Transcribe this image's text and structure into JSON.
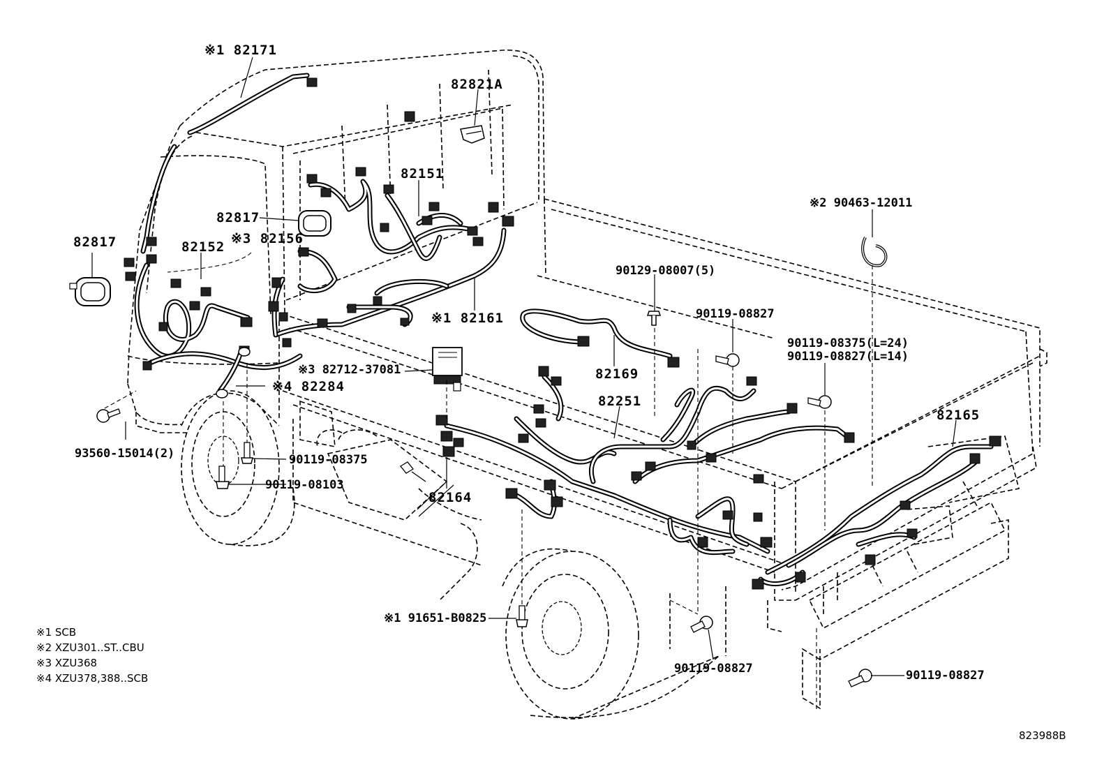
{
  "figure_id": "823988B",
  "part_labels": {
    "p82171": "※1 82171",
    "p82821A": "82821A",
    "p82151": "82151",
    "p82817_top": "82817",
    "p82817_left": "82817",
    "p82152": "82152",
    "p82156": "※3 82156",
    "p90463": "※2 90463-12011",
    "p90129": "90129-08007(5)",
    "p82161": "※1 82161",
    "p90119_08827_a": "90119-08827",
    "p90119_08375_l24": "90119-08375(L=24)",
    "p90119_08827_l14": "90119-08827(L=14)",
    "p82169": "82169",
    "p82712": "※3 82712-37081",
    "p82284": "※4 82284",
    "p82251": "82251",
    "p82165": "82165",
    "p93560": "93560-15014(2)",
    "p90119_08375": "90119-08375",
    "p90119_08103": "90119-08103",
    "p82164": "82164",
    "p91651": "※1 91651-B0825",
    "p90119_08827_b": "90119-08827",
    "p90119_08827_c": "90119-08827"
  },
  "notes": [
    "※1 SCB",
    "※2 XZU301..ST..CBU",
    "※3 XZU368",
    "※4 XZU378,388..SCB"
  ]
}
